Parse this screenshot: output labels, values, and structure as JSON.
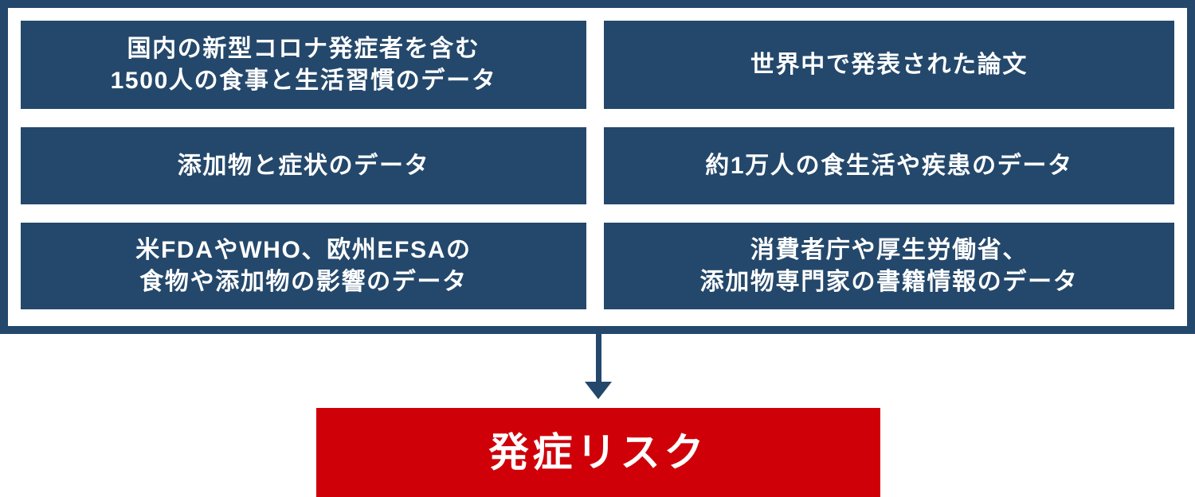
{
  "diagram": {
    "type": "flow-diagram",
    "colors": {
      "navy": "#24486B",
      "red": "#D00009",
      "text_on_fill": "#FFFFFF",
      "background": "#FFFFFF"
    },
    "sources_group": {
      "boxes": [
        {
          "id": "domestic-covid-1500-people",
          "text": "国内の新型コロナ発症者を含む\n1500人の食事と生活習慣のデータ",
          "lines": 2
        },
        {
          "id": "worldwide-papers",
          "text": "世界中で発表された論文",
          "lines": 1
        },
        {
          "id": "additives-symptoms",
          "text": "添加物と症状のデータ",
          "lines": 1
        },
        {
          "id": "10000-people-diet-disease",
          "text": "約1万人の食生活や疾患のデータ",
          "lines": 1
        },
        {
          "id": "fda-who-efsa",
          "text": "米FDAやWHO、欧州EFSAの\n食物や添加物の影響のデータ",
          "lines": 2
        },
        {
          "id": "caa-mhlw-books",
          "text": "消費者庁や厚生労働省、\n添加物専門家の書籍情報のデータ",
          "lines": 2
        }
      ]
    },
    "connector": {
      "icon": "down-arrow-icon",
      "direction": "down",
      "color": "#24486B"
    },
    "result": {
      "label": "発症リスク",
      "color": "#D00009"
    }
  }
}
